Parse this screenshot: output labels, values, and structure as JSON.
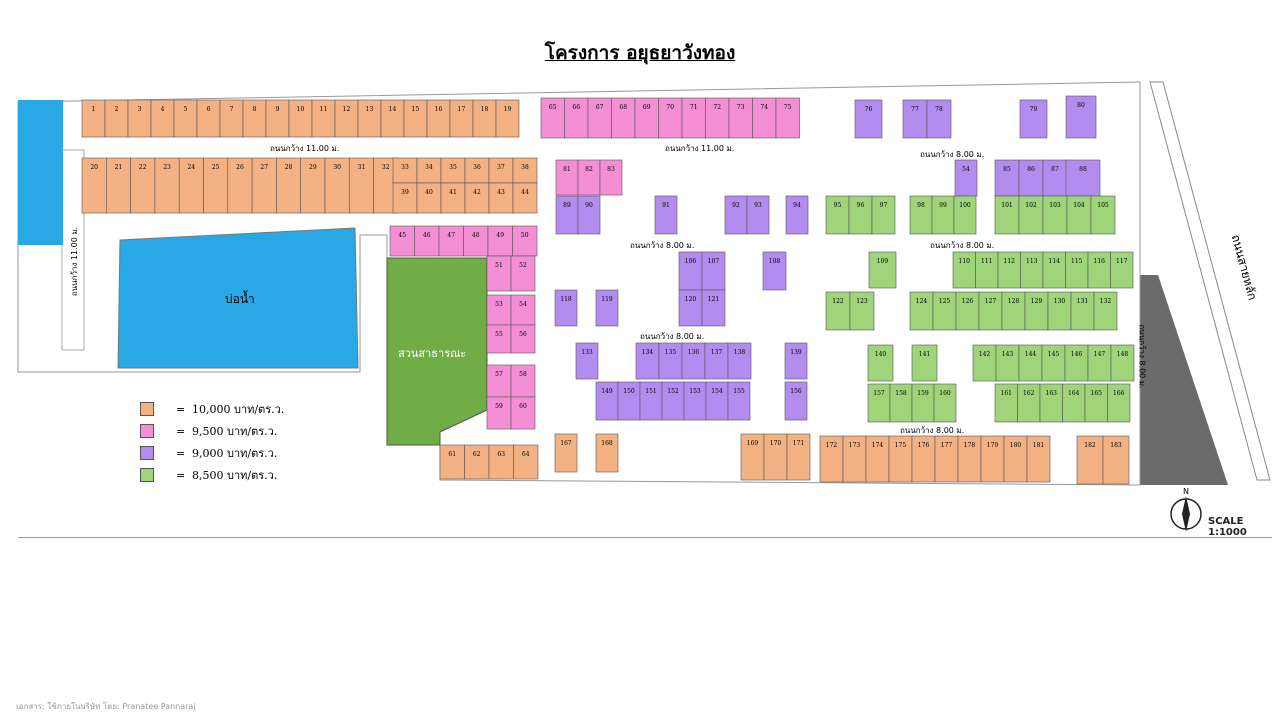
{
  "title": "โครงการ อยุธยาวังทอง",
  "pond_label": "บ่อน้ำ",
  "park_label": "สวนสาธารณะ",
  "road_labels": {
    "r11_top": "ถนนกว้าง 11.00 ม.",
    "r8_a": "ถนนกว้าง 8.00 ม.",
    "r8_b": "ถนนกว้าง 8.00 ม.",
    "r8_c": "ถนนกว้าง 8.00 ม.",
    "r8_d": "ถนนกว้าง 8.00 ม.",
    "r8_e": "ถนนกว้าง 8.00 ม.",
    "r11_left": "ถนนกว้าง 11.00 ม.",
    "r11_mid": "ถนนกว้าง 11.00 ม.",
    "r8_right": "ถนนกว้าง 8.00 ม.",
    "main_road": "ถนนสายหลัก"
  },
  "legend": [
    {
      "color": "#f4b183",
      "label": "10,000 บาท/ตร.ว."
    },
    {
      "color": "#f48fd6",
      "label": "9,500 บาท/ตร.ว."
    },
    {
      "color": "#b38cf0",
      "label": "9,000 บาท/ตร.ว."
    },
    {
      "color": "#9fd47a",
      "label": "8,500 บาท/ตร.ว."
    }
  ],
  "legend_eq": "=",
  "scale": "SCALE 1:1000",
  "north": "N",
  "footer": "เอกสาร: ใช้ภายในบริษัท โดย: Pranatee Pannaraj",
  "colors": {
    "orange": "#f4b183",
    "pink": "#f48fd6",
    "purple": "#b38cf0",
    "green": "#9fd47a",
    "pond": "#29a8e6",
    "park": "#70ad47",
    "dark": "#6b6b6b"
  },
  "plots_row1": [
    "1",
    "2",
    "3",
    "4",
    "5",
    "6",
    "7",
    "8",
    "9",
    "10",
    "11",
    "12",
    "13",
    "14",
    "15",
    "16",
    "17",
    "18",
    "19"
  ],
  "plots_row2": [
    "20",
    "21",
    "22",
    "23",
    "24",
    "25",
    "26",
    "27",
    "28",
    "29",
    "30",
    "31",
    "32"
  ],
  "plots_33_38": [
    "33",
    "34",
    "35",
    "36",
    "37",
    "38"
  ],
  "plots_39_44": [
    "39",
    "40",
    "41",
    "42",
    "43",
    "44"
  ],
  "plots_45_50": [
    "45",
    "46",
    "47",
    "48",
    "49",
    "50"
  ],
  "plots_51_56": [
    "51",
    "52",
    "53",
    "54",
    "55",
    "56"
  ],
  "plots_57_60": [
    "57",
    "58",
    "59",
    "60"
  ],
  "plots_61_64": [
    "61",
    "62",
    "63",
    "64"
  ],
  "plots_65_75": [
    "65",
    "66",
    "67",
    "68",
    "69",
    "70",
    "71",
    "72",
    "73",
    "74",
    "75"
  ],
  "plots_81_83": [
    "81",
    "82",
    "83"
  ],
  "plots_misc": [
    "76",
    "77",
    "78",
    "79",
    "80",
    "89",
    "90",
    "91",
    "92",
    "93",
    "94",
    "54"
  ],
  "plots_green_a": [
    "95",
    "96",
    "97",
    "98",
    "99",
    "100"
  ],
  "plots_pur_b": [
    "85",
    "86",
    "87",
    "88"
  ],
  "plots_green_b": [
    "101",
    "102",
    "103",
    "104",
    "105"
  ],
  "plots_mid": [
    "106",
    "107",
    "108",
    "118",
    "119",
    "120",
    "121"
  ],
  "plots_green_c": [
    "109",
    "110",
    "111",
    "112",
    "113",
    "114",
    "115",
    "116",
    "117"
  ],
  "plots_green_d": [
    "122",
    "123",
    "124",
    "125",
    "126",
    "127",
    "128",
    "129",
    "130",
    "131",
    "132"
  ],
  "plots_purple_c": [
    "133",
    "134",
    "135",
    "136",
    "137",
    "138",
    "139"
  ],
  "plots_purple_d": [
    "149",
    "150",
    "151",
    "152",
    "153",
    "154",
    "155",
    "156"
  ],
  "plots_green_e": [
    "140",
    "141",
    "142",
    "143",
    "144",
    "145",
    "146",
    "147",
    "148"
  ],
  "plots_green_f": [
    "157",
    "158",
    "159",
    "160",
    "161",
    "162",
    "163",
    "164",
    "165",
    "166"
  ],
  "plots_bottom": [
    "167",
    "168",
    "169",
    "170",
    "171",
    "172",
    "173",
    "174",
    "175",
    "176",
    "177",
    "178",
    "179",
    "180",
    "181",
    "182",
    "183"
  ]
}
